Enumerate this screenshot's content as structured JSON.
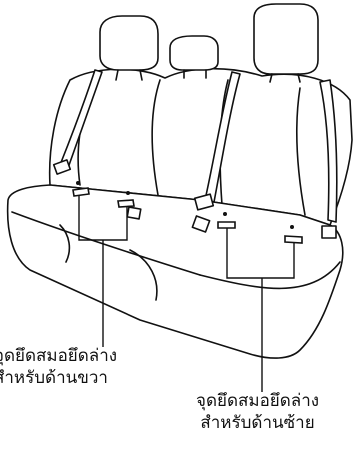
{
  "callouts": {
    "right_anchor": {
      "line1": "จุดยึดสมอยึดล่าง",
      "line2": "สำหรับด้านขวา"
    },
    "left_anchor": {
      "line1": "จุดยึดสมอยึดล่าง",
      "line2": "สำหรับด้านซ้าย"
    }
  }
}
